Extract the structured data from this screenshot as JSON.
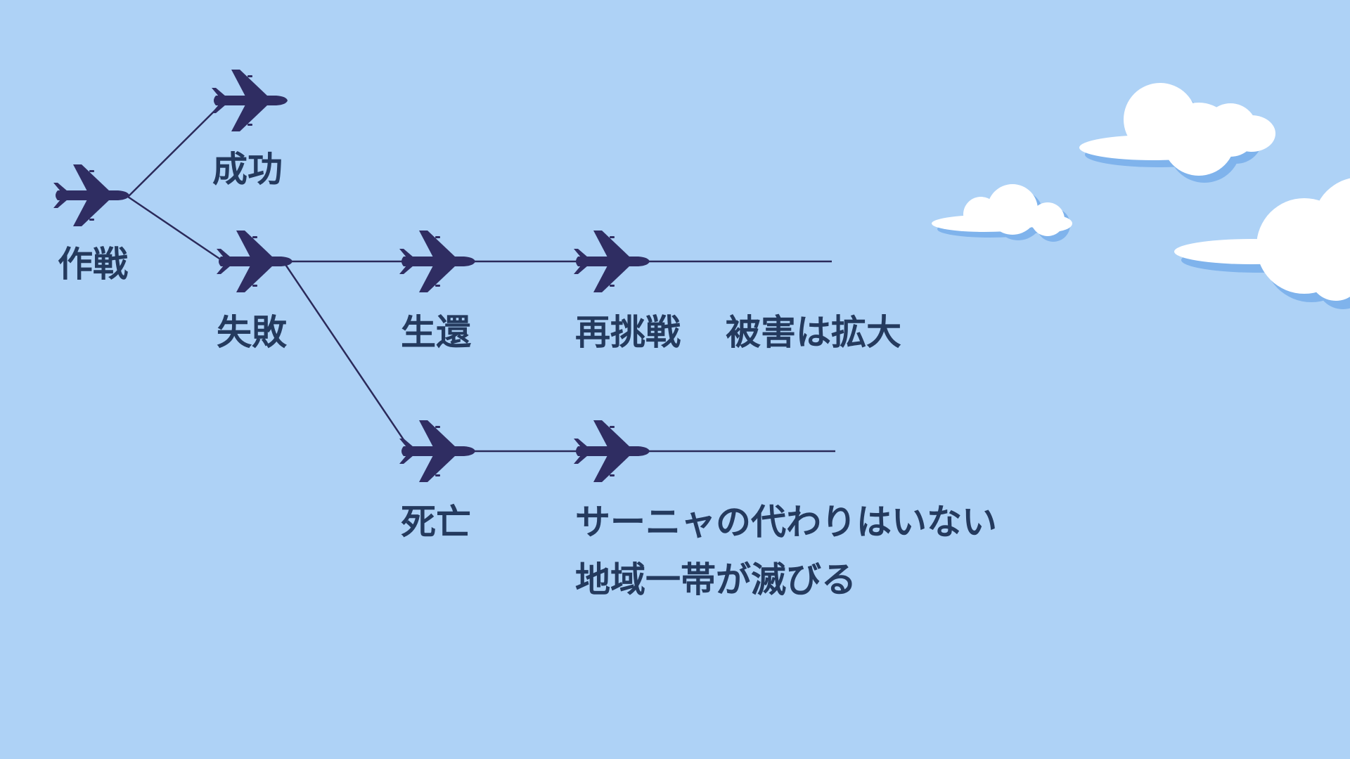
{
  "colors": {
    "background": "#aed2f6",
    "plane": "#2f2d62",
    "line": "#2b2a5a",
    "label": "#243a5e",
    "cloud": "#ffffff",
    "cloud_shadow": "#7fb3ec"
  },
  "icon": "airplane-icon",
  "nodes": {
    "sakusen": {
      "label": "作戦"
    },
    "seikou": {
      "label": "成功"
    },
    "shippai": {
      "label": "失敗"
    },
    "seikan": {
      "label": "生還"
    },
    "saichousen": {
      "label": "再挑戦"
    },
    "shibou": {
      "label": "死亡"
    }
  },
  "outcomes": {
    "damage_expands": "被害は拡大",
    "no_replacement": "サーニャの代わりはいない",
    "region_destroyed": "地域一帯が滅びる"
  }
}
